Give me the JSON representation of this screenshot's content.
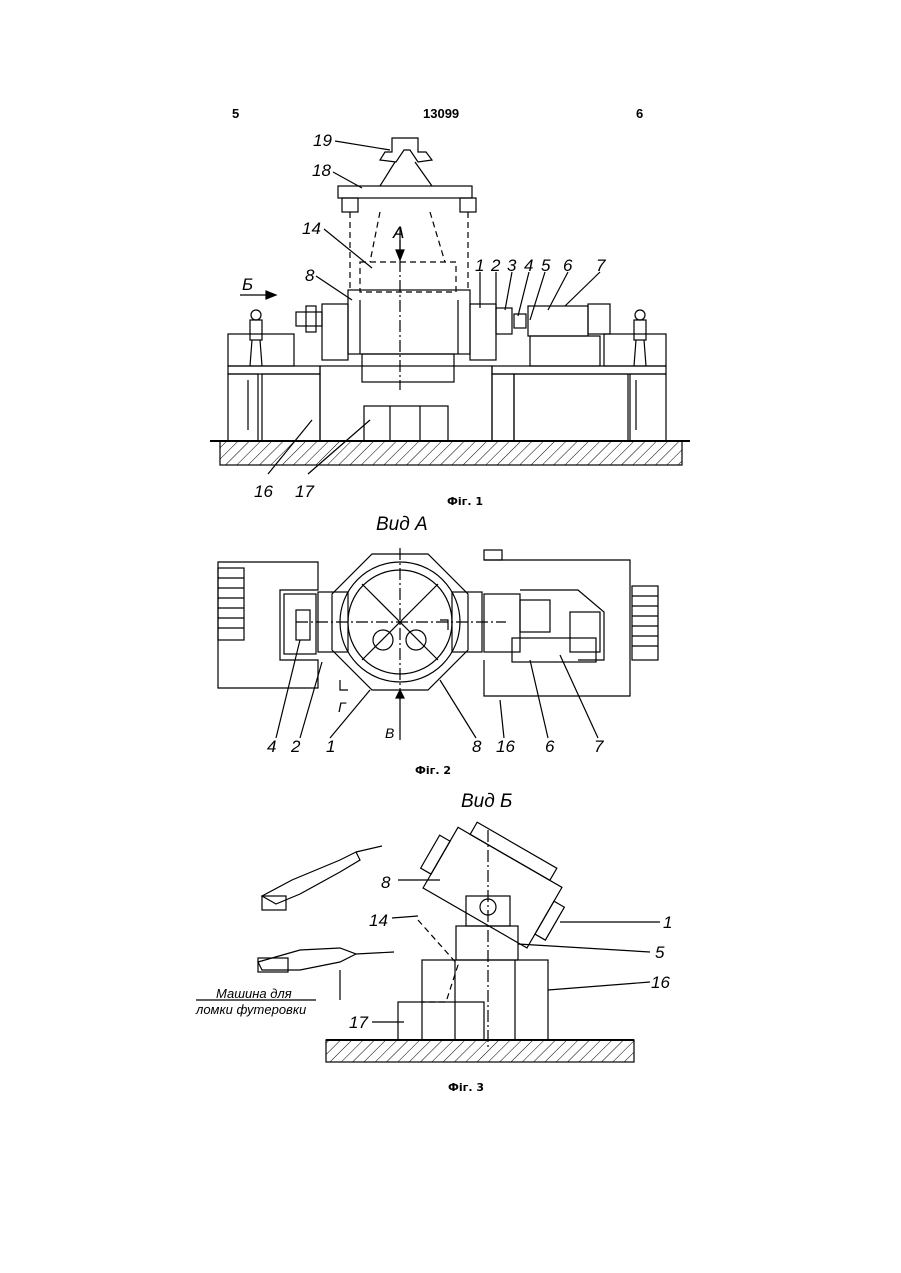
{
  "header": {
    "page_left": "5",
    "doc_number": "13099",
    "page_right": "6"
  },
  "fig1": {
    "caption": "Фіг. 1",
    "arrow_a": "А",
    "arrow_b": "Б",
    "labels": [
      "19",
      "18",
      "14",
      "8",
      "1",
      "2",
      "3",
      "4",
      "5",
      "6",
      "7",
      "16",
      "17"
    ]
  },
  "fig2": {
    "view_title": "Вид А",
    "caption": "Фіг. 2",
    "section_g": "Г",
    "arrow_v": "В",
    "labels": [
      "4",
      "2",
      "1",
      "8",
      "16",
      "6",
      "7"
    ]
  },
  "fig3": {
    "view_title": "Вид Б",
    "caption": "Фіг. 3",
    "machine_line1": "Машина для",
    "machine_line2": "ломки футеровки",
    "labels": [
      "8",
      "14",
      "1",
      "5",
      "16",
      "17"
    ]
  }
}
